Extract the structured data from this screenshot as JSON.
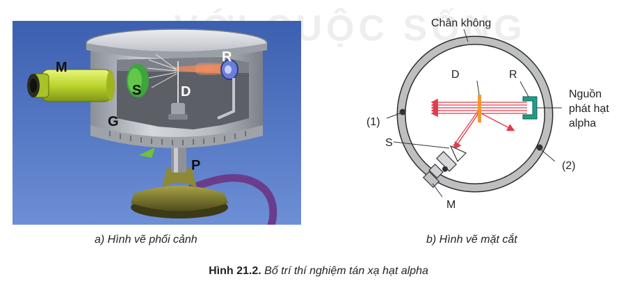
{
  "panel_a": {
    "labels": {
      "m": "M",
      "s": "S",
      "r": "R",
      "d": "D",
      "g": "G",
      "p": "P"
    },
    "caption": "a) Hình vẽ phối cảnh"
  },
  "panel_b": {
    "labels": {
      "vacuum": "Chân không",
      "d": "D",
      "r": "R",
      "source_line1": "Nguồn",
      "source_line2": "phát hạt",
      "source_line3": "alpha",
      "p1": "(1)",
      "p2": "(2)",
      "s": "S",
      "m": "M"
    },
    "caption": "b) Hình vẽ mặt cắt"
  },
  "figure": {
    "number": "Hình 21.2.",
    "title": "Bố trí thí nghiệm tán xạ hạt alpha"
  },
  "watermark": "VỚI CUỘC SỐNG",
  "colors": {
    "ring": "#bdbfc0",
    "source": "#1f9e8a",
    "beam": "#e23b4b",
    "foil": "#f39a2b",
    "scene_bg": "#3e61b3",
    "microscope": "#c8df3a"
  }
}
